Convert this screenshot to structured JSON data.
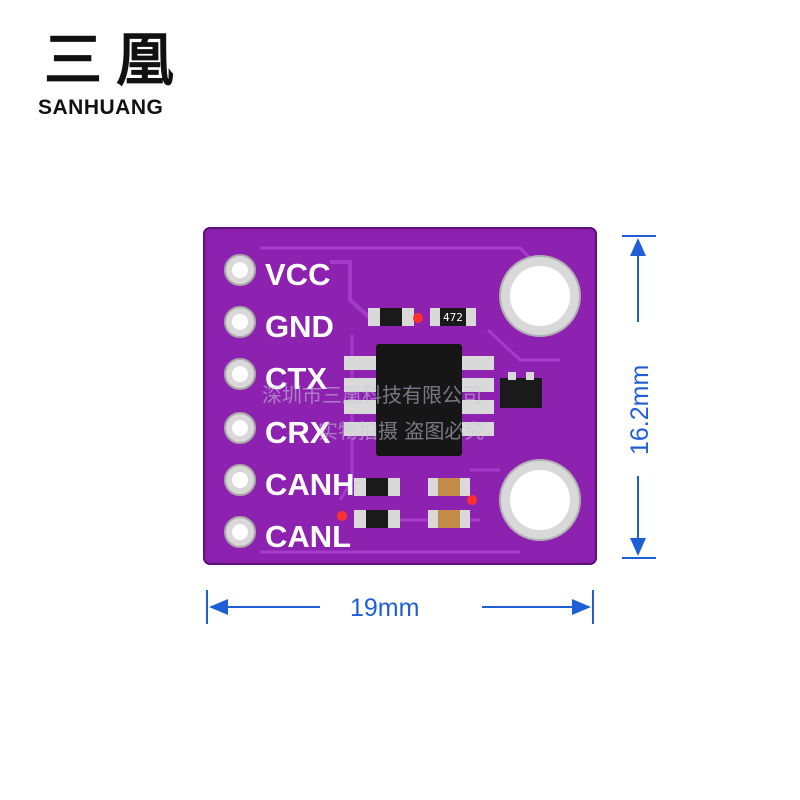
{
  "logo": {
    "chinese": "三凰",
    "english": "SANHUANG"
  },
  "board": {
    "pins": [
      "VCC",
      "GND",
      "CTX",
      "CRX",
      "CANH",
      "CANL"
    ],
    "resistor_code": "472",
    "watermark_line1": "深圳市三凰科技有限公司",
    "watermark_line2": "实物拍摄 盗图必究"
  },
  "dimensions": {
    "width_label": "19mm",
    "height_label": "16.2mm"
  },
  "colors": {
    "pcb": "#8a1fae",
    "pcb_dark": "#6a1488",
    "trace": "#a43ccb",
    "pad": "#d9d9d9",
    "dimension": "#1f5fd6",
    "chip": "#161616",
    "led": "#ff3030"
  }
}
